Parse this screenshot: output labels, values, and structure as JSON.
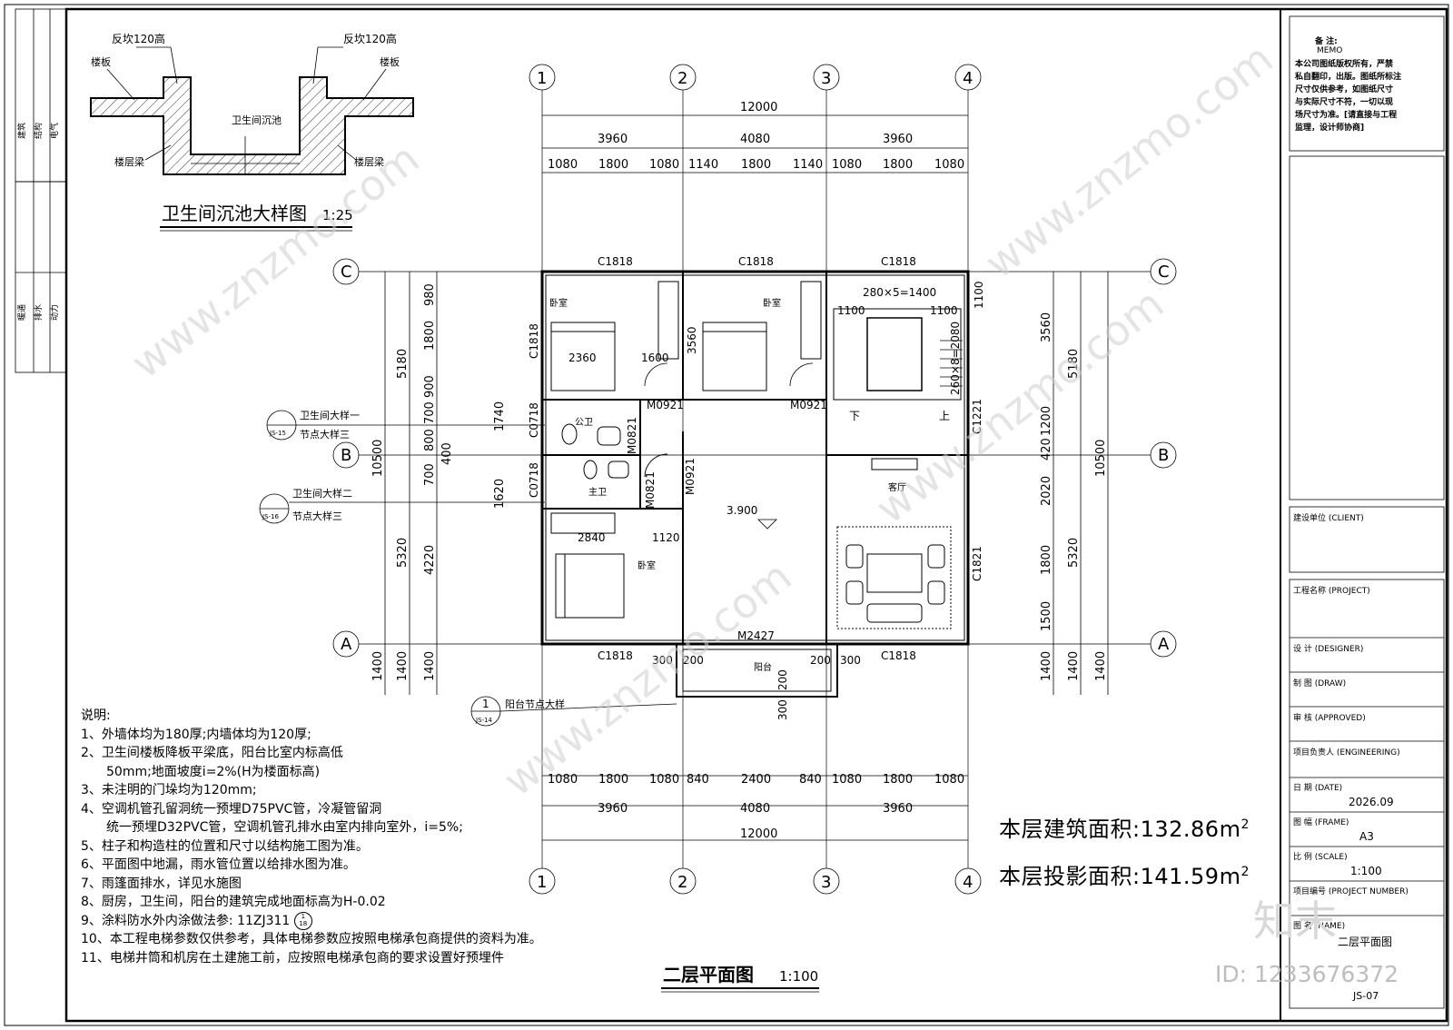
{
  "detail": {
    "title": "卫生间沉池大样图",
    "scale": "1:25",
    "label_left_top": "反坎120高",
    "label_right_top": "反坎120高",
    "label_slab_left": "楼板",
    "label_slab_right": "楼板",
    "label_pit": "卫生间沉池",
    "label_beam_left": "楼层梁",
    "label_beam_right": "楼层梁"
  },
  "left_strip": {
    "top": [
      "建筑",
      "结构",
      "电气"
    ],
    "bottom": [
      "暖通",
      "排水",
      "动力"
    ]
  },
  "axes": {
    "columns": [
      "1",
      "2",
      "3",
      "4"
    ],
    "rows": [
      "C",
      "B",
      "A"
    ]
  },
  "dims_top": {
    "overall": "12000",
    "bays": [
      "3960",
      "4080",
      "3960"
    ],
    "details": [
      "1080",
      "1800",
      "1080",
      "1140",
      "1800",
      "1140",
      "1080",
      "1800",
      "1080"
    ]
  },
  "dims_bottom": {
    "details": [
      "1080",
      "1800",
      "1080",
      "840",
      "2400",
      "840",
      "1080",
      "1800",
      "1080"
    ],
    "bays": [
      "3960",
      "4080",
      "3960"
    ],
    "overall": "12000"
  },
  "dims_left": {
    "overall": "10500",
    "bays": [
      "5180",
      "5320",
      "1400"
    ],
    "details": [
      "980",
      "1800",
      "900",
      "700",
      "800",
      "700",
      "4220",
      "1400"
    ],
    "inner": [
      "1740",
      "1620",
      "400"
    ]
  },
  "dims_right": {
    "overall": "10500",
    "bays": [
      "5180",
      "5320",
      "1400"
    ],
    "details": [
      "1100",
      "3560",
      "1200",
      "420",
      "2020",
      "1800",
      "1500",
      "1400"
    ]
  },
  "plan": {
    "rooms": [
      "卧室",
      "卧室",
      "公卫",
      "主卫",
      "卧室",
      "客厅",
      "阳台"
    ],
    "stair_down": "下",
    "stair_up": "上",
    "windows": [
      "C1818",
      "C1818",
      "C1818",
      "C1818",
      "C1818",
      "C1818",
      "C0718",
      "C0718",
      "C1221",
      "C1821"
    ],
    "doors": [
      "M0921",
      "M0921",
      "M0821",
      "M0821",
      "M0921",
      "M2427"
    ],
    "stair_dims": [
      "280×5=1400",
      "1100",
      "1100",
      "260×8=2080"
    ],
    "internal_dims": [
      "2360",
      "1600",
      "2840",
      "1120",
      "3560",
      "300",
      "200",
      "200",
      "200",
      "300",
      "300"
    ],
    "elevation": "3.900"
  },
  "callouts": [
    {
      "num": "",
      "sheet": "JS-15",
      "text1": "卫生间大样一",
      "text2": "节点大样三"
    },
    {
      "num": "",
      "sheet": "JS-16",
      "text1": "卫生间大样二",
      "text2": "节点大样三"
    },
    {
      "num": "1",
      "sheet": "JS-14",
      "text1": "阳台节点大样",
      "text2": ""
    }
  ],
  "notes": {
    "heading": "说明:",
    "lines": [
      "1、外墙体均为180厚;内墙体均为120厚;",
      "2、卫生间楼板降板平梁底，阳台比室内标高低",
      "50mm;地面坡度i=2%(H为楼面标高)",
      "3、未注明的门垛均为120mm;",
      "4、空调机管孔留洞统一预埋D75PVC管，冷凝管留洞",
      "统一预埋D32PVC管，空调机管孔排水由室内排向室外，i=5%;",
      "5、柱子和构造柱的位置和尺寸以结构施工图为准。",
      "6、平面图中地漏，雨水管位置以给排水图为准。",
      "7、雨篷面排水，详见水施图",
      "8、厨房，卫生间，阳台的建筑完成地面标高为H-0.02",
      "9、涂料防水外内涂做法参: 11ZJ311",
      "10、本工程电梯参数仅供参考，具体电梯参数应按照电梯承包商提供的资料为准。",
      "11、电梯井筒和机房在土建施工前，应按照电梯承包商的要求设置好预埋件"
    ],
    "ref_top": "1",
    "ref_bottom": "18"
  },
  "areas": {
    "building_label": "本层建筑面积:",
    "building_value": "132.86m",
    "projection_label": "本层投影面积:",
    "projection_value": "141.59m",
    "sup": "2"
  },
  "drawing_title": {
    "name": "二层平面图",
    "scale": "1:100"
  },
  "title_block": {
    "memo_title": "备  注:",
    "memo_en": "MEMO",
    "memo_text": [
      "本公司图纸版权所有，严禁",
      "私自翻印，出版。图纸所标注",
      "尺寸仅供参考，如图纸尺寸",
      "与实际尺寸不符，一切以现",
      "场尺寸为准。[请直接与工程",
      "监理，设计师协商]"
    ],
    "client": "建设单位 (CLIENT)",
    "project": "工程名称 (PROJECT)",
    "designer": "设 计 (DESIGNER)",
    "draw": "制 图 (DRAW)",
    "approved": "审 核 (APPROVED)",
    "engineering": "项目负责人 (ENGINEERING)",
    "date_label": "日 期 (DATE)",
    "date_value": "2026.09",
    "frame_label": "图 幅 (FRAME)",
    "frame_value": "A3",
    "scale_label": "比 例 (SCALE)",
    "scale_value": "1:100",
    "number_label": "项目编号 (PROJECT NUMBER)",
    "name_label": "图 名 (NAME)",
    "name_value": "二层平面图",
    "sheet_no": "JS-07"
  },
  "brand": {
    "logo": "知末",
    "id": "ID: 1233676372",
    "watermark": "www.znzmo.com"
  }
}
